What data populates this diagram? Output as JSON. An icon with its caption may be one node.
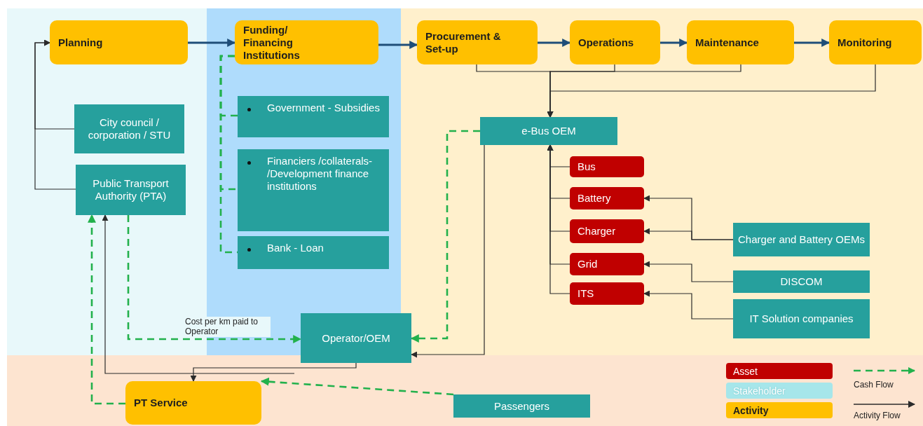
{
  "diagram": {
    "nodes": [
      {
        "text": [
          "Planning"
        ]
      },
      {
        "text": [
          "Funding/ Financing Institutions"
        ]
      },
      {
        "text": [
          "Procurement & Set-up"
        ]
      },
      {
        "text": [
          "Operations"
        ]
      },
      {
        "text": [
          "Maintenance"
        ]
      },
      {
        "text": [
          "Monitoring"
        ]
      },
      {
        "text": [
          "City council / corporation / STU"
        ]
      },
      {
        "text": [
          "Public Transport Authority (PTA)"
        ]
      },
      {
        "text": [
          "Government - Subsidies"
        ]
      },
      {
        "text": [
          "Financiers /collaterals- /Development finance institutions"
        ]
      },
      {
        "text": [
          "Bank - Loan"
        ]
      },
      {
        "text": [
          "e-Bus OEM"
        ]
      },
      {
        "text": [
          "Bus"
        ]
      },
      {
        "text": [
          "Battery"
        ]
      },
      {
        "text": [
          "Charger"
        ]
      },
      {
        "text": [
          "Grid"
        ]
      },
      {
        "text": [
          "ITS"
        ]
      },
      {
        "text": [
          "Charger and Battery OEMs"
        ]
      },
      {
        "text": [
          "DISCOM"
        ]
      },
      {
        "text": [
          "IT Solution companies"
        ]
      },
      {
        "text": [
          "Operator/OEM"
        ]
      },
      {
        "text": [
          "PT Service"
        ]
      },
      {
        "text": [
          "Passengers"
        ]
      }
    ],
    "edges": [
      {
        "from": 0,
        "to": 1,
        "arrow": "to",
        "style": "thick",
        "color": "#1f4e79"
      },
      {
        "from": 1,
        "to": 2,
        "arrow": "to",
        "style": "thick",
        "color": "#1f4e79"
      },
      {
        "from": 2,
        "to": 3,
        "arrow": "to",
        "style": "thick",
        "color": "#1f4e79"
      },
      {
        "from": 3,
        "to": 4,
        "arrow": "to",
        "style": "thick",
        "color": "#1f4e79"
      },
      {
        "from": 4,
        "to": 5,
        "arrow": "to",
        "style": "thick",
        "color": "#1f4e79"
      },
      {
        "from": 6,
        "to": 0,
        "arrow": "to"
      },
      {
        "from": 7,
        "to": 0,
        "arrow": "to"
      },
      {
        "from": 2,
        "to": 11,
        "arrow": "to"
      },
      {
        "from": 3,
        "to": 11,
        "arrow": "to"
      },
      {
        "from": 4,
        "to": 11,
        "arrow": "to"
      },
      {
        "from": 5,
        "to": 11,
        "arrow": "to"
      },
      {
        "from": 12,
        "to": 11,
        "arrow": "to"
      },
      {
        "from": 13,
        "to": 11,
        "arrow": "to"
      },
      {
        "from": 14,
        "to": 11,
        "arrow": "to"
      },
      {
        "from": 15,
        "to": 11,
        "arrow": "to"
      },
      {
        "from": 16,
        "to": 11,
        "arrow": "to"
      },
      {
        "from": 17,
        "to": 13,
        "arrow": "to"
      },
      {
        "from": 17,
        "to": 14,
        "arrow": "to"
      },
      {
        "from": 18,
        "to": 15,
        "arrow": "to"
      },
      {
        "from": 19,
        "to": 16,
        "arrow": "to"
      },
      {
        "from": 11,
        "to": 20,
        "arrow": "to"
      },
      {
        "from": 20,
        "to": 21,
        "arrow": "to"
      },
      {
        "from": null,
        "to": 7,
        "arrow": "to"
      },
      {
        "from": 1,
        "to": 8,
        "arrow": "none",
        "style": "dashed",
        "color": "#22b14c"
      },
      {
        "from": 1,
        "to": 9,
        "arrow": "none",
        "style": "dashed",
        "color": "#22b14c"
      },
      {
        "from": 1,
        "to": 10,
        "arrow": "none",
        "style": "dashed",
        "color": "#22b14c"
      },
      {
        "from": 7,
        "to": 20,
        "arrow": "to",
        "label": "Cost per km paid to Operator",
        "style": "dashed",
        "color": "#22b14c"
      },
      {
        "from": 11,
        "to": 20,
        "arrow": "to",
        "style": "dashed",
        "color": "#22b14c"
      },
      {
        "from": 22,
        "to": 21,
        "arrow": "to",
        "style": "dashed",
        "color": "#22b14c"
      },
      {
        "from": 21,
        "to": 7,
        "arrow": "to",
        "style": "dashed",
        "color": "#22b14c"
      }
    ],
    "legend": [
      {
        "text": "Asset",
        "color": "#c00000"
      },
      {
        "text": "Stakeholder",
        "color": "#a6e6ea"
      },
      {
        "text": "Activity",
        "color": "#ffc000"
      },
      {
        "text": "Cash Flow"
      },
      {
        "text": "Activity Flow"
      }
    ]
  }
}
